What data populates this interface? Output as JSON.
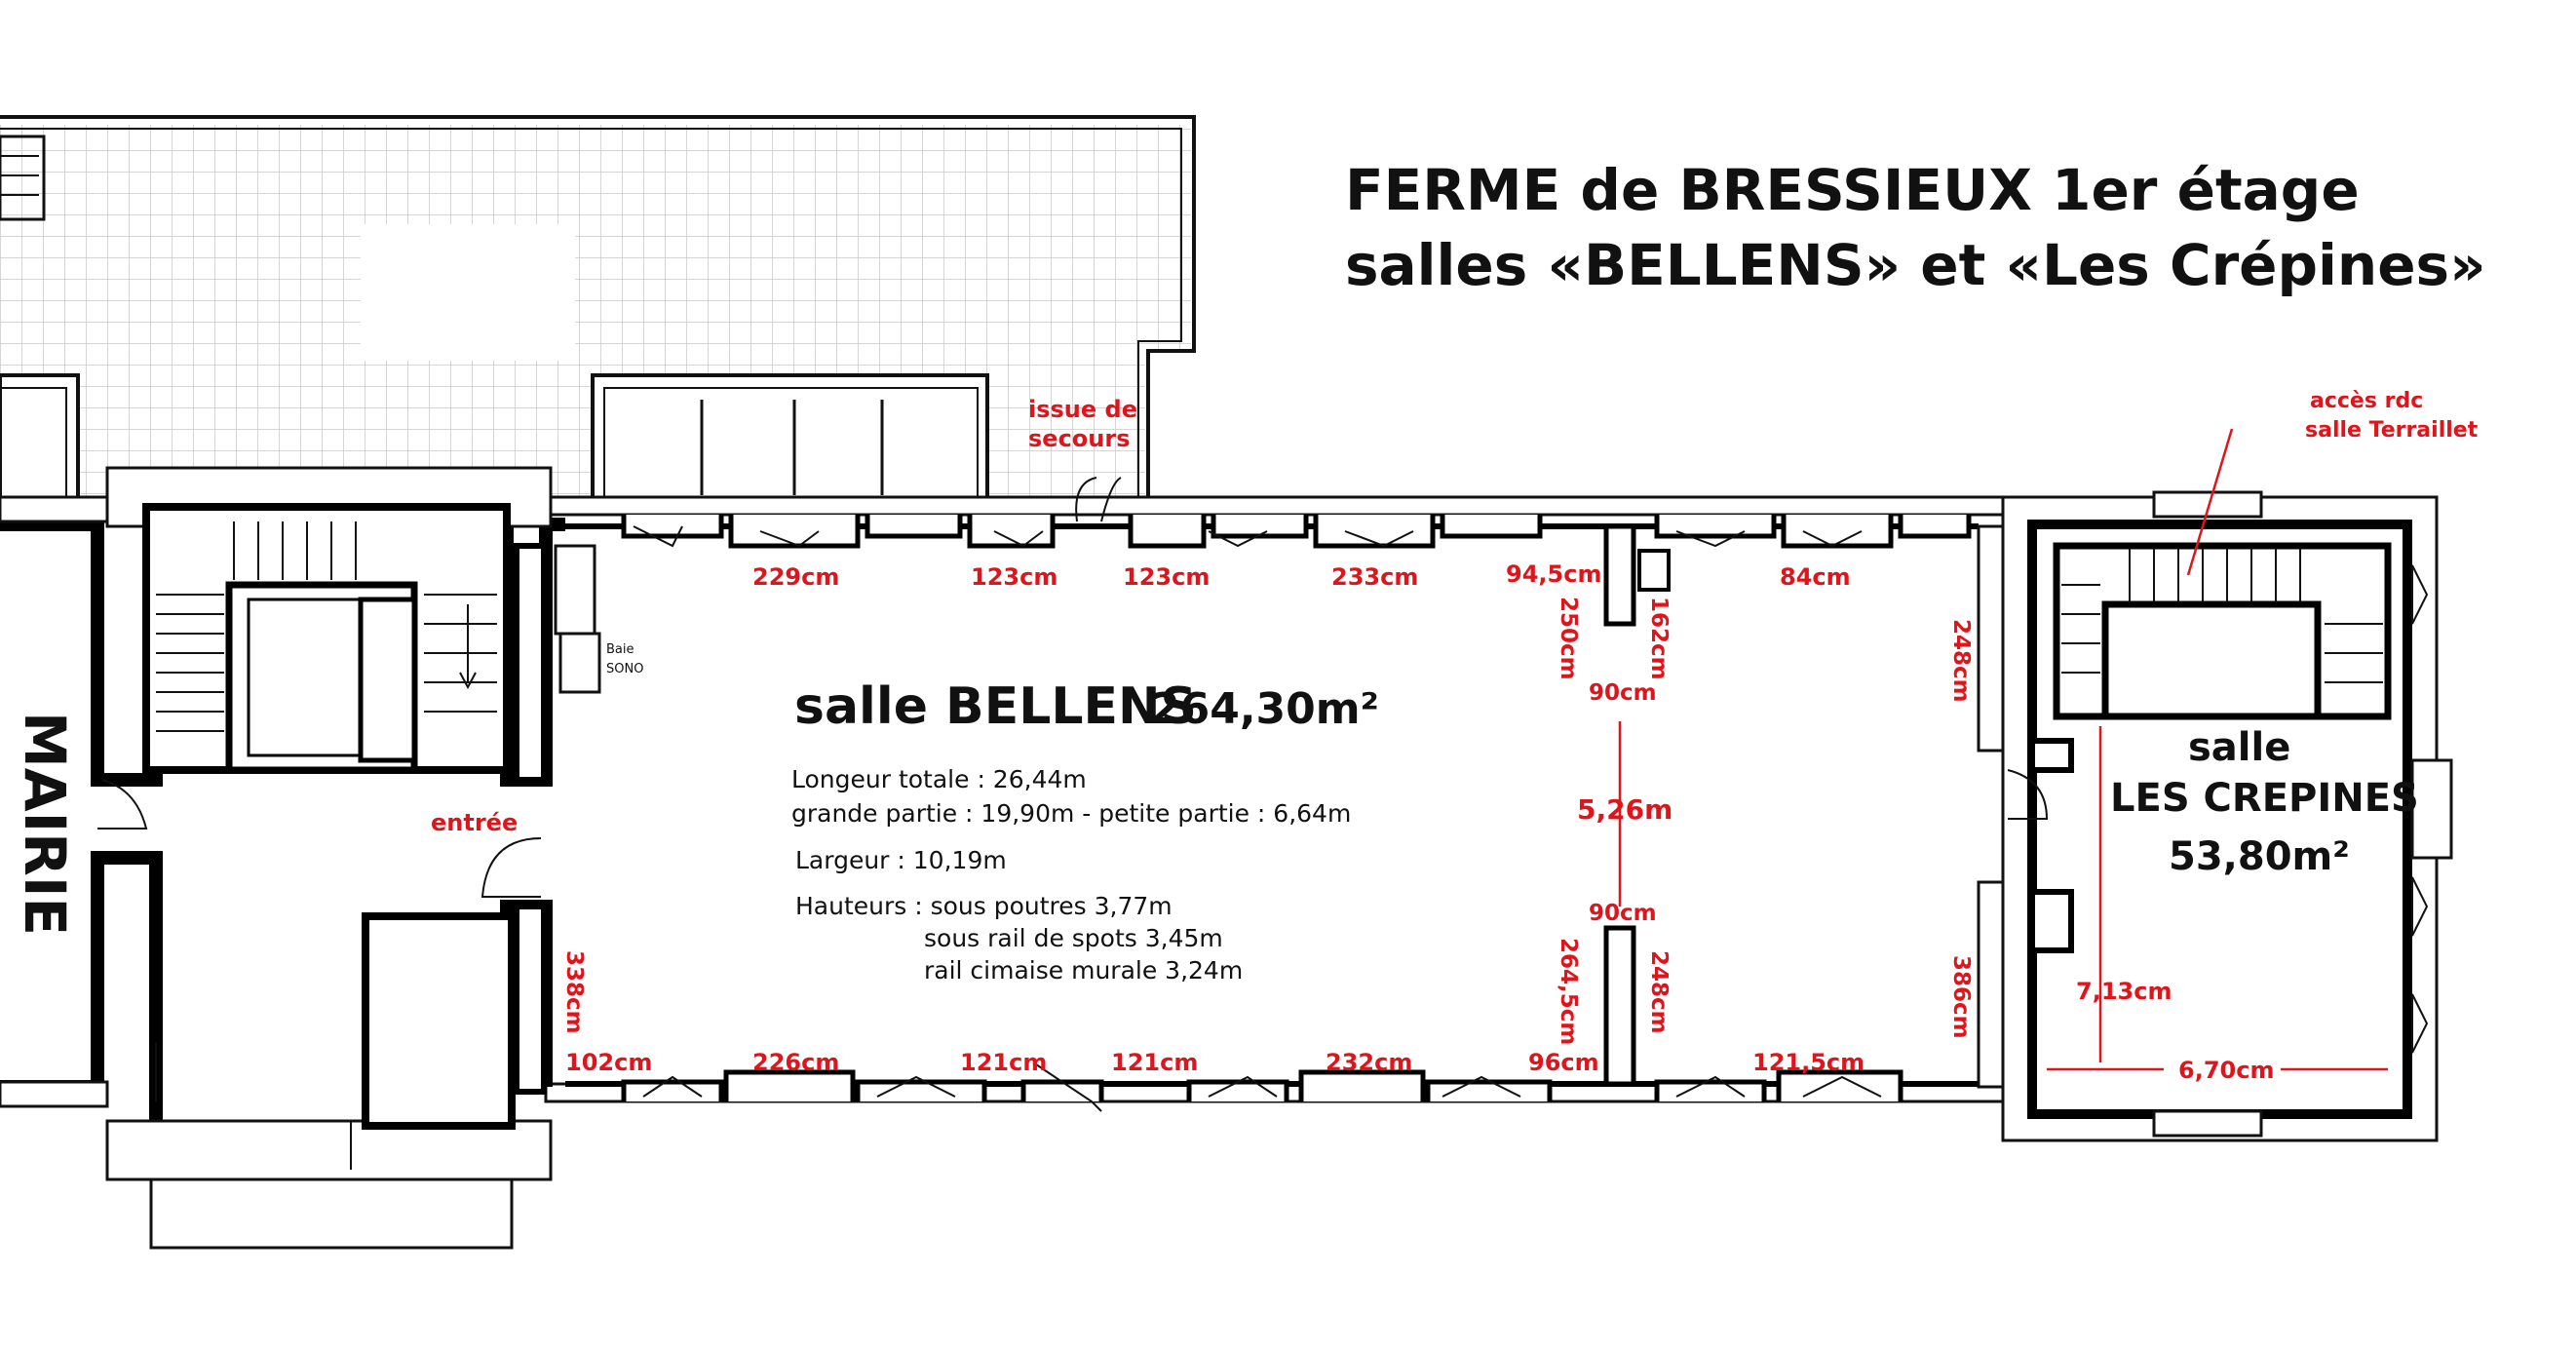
{
  "title": {
    "line1": "FERME de BRESSIEUX 1er étage",
    "line2": "salles «BELLENS» et «Les Crépines»"
  },
  "mairie_label": "MAIRIE",
  "entree_label": "entrée",
  "issue_secours": {
    "line1": "issue de",
    "line2": "secours"
  },
  "baie_sono": {
    "line1": "Baie",
    "line2": "SONO"
  },
  "acces_rdc": {
    "line1": "accès rdc",
    "line2": "salle Terraillet"
  },
  "bellens": {
    "name": "salle BELLENS",
    "area": "264,30m²",
    "longueur": "Longeur totale : 26,44m",
    "parties": "grande partie : 19,90m - petite partie : 6,64m",
    "largeur": "Largeur : 10,19m",
    "hauteur1": "Hauteurs : sous poutres 3,77m",
    "hauteur2": "sous rail de spots 3,45m",
    "hauteur3": "rail cimaise murale 3,24m"
  },
  "crepines": {
    "line1": "salle",
    "line2": "LES CREPINES",
    "area": "53,80m²",
    "depth": "7,13cm",
    "width": "6,70cm"
  },
  "top_dimensions": [
    "229cm",
    "123cm",
    "123cm",
    "233cm",
    "94,5cm",
    "84cm"
  ],
  "bottom_dimensions": [
    "102cm",
    "226cm",
    "121cm",
    "121cm",
    "232cm",
    "96cm",
    "121,5cm"
  ],
  "vertical_dimensions": {
    "d250": "250cm",
    "d162": "162cm",
    "d248_top": "248cm",
    "d90_top": "90cm",
    "d526": "5,26m",
    "d90_bottom": "90cm",
    "d2645": "264,5cm",
    "d248_mid": "248cm",
    "d386": "386cm",
    "d338": "338cm"
  }
}
